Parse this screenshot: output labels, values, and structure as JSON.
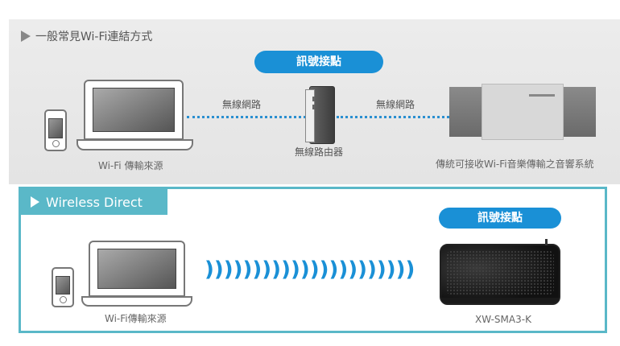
{
  "general": {
    "title": "一般常見Wi-Fi連結方式",
    "signal_label": "訊號接點",
    "wireless_net_1": "無線網路",
    "wireless_net_2": "無線網路",
    "router_label": "無線路由器",
    "source_label": "Wi-Fi 傳輸來源",
    "receiver_label": "傳統可接收Wi-Fi音樂傳輸之音響系統"
  },
  "direct": {
    "title": "Wireless Direct",
    "signal_label": "訊號接點",
    "waves": "))))))))))))))))))))))",
    "source_label": "Wi-Fi傳輸來源",
    "model_label": "XW-SMA3-K"
  },
  "colors": {
    "accent_blue": "#1a90d6",
    "teal": "#5ab8c8",
    "panel_gray": "#e8e8e8"
  }
}
